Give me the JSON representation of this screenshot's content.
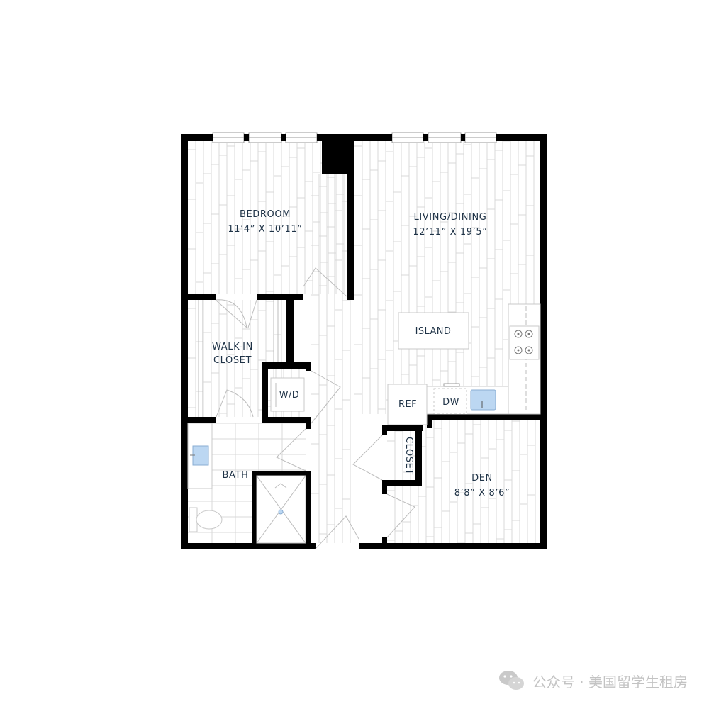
{
  "rooms": {
    "bedroom": {
      "name": "BEDROOM",
      "dims": "11’4” X 10’11”"
    },
    "living": {
      "name": "LIVING/DINING",
      "dims": "12’11” X 19’5”"
    },
    "closet_walkin": {
      "line1": "WALK-IN",
      "line2": "CLOSET"
    },
    "bath": {
      "name": "BATH"
    },
    "den": {
      "name": "DEN",
      "dims": "8’8” X 8’6”"
    },
    "closet": {
      "name": "CLOSET"
    }
  },
  "fixtures": {
    "island": "ISLAND",
    "ref": "REF",
    "dw": "DW",
    "wd": "W/D"
  },
  "colors": {
    "wall": "#000000",
    "label": "#1f3347",
    "water": "#bcd7f2"
  },
  "watermark": {
    "text": "公众号 · 美国留学生租房"
  }
}
